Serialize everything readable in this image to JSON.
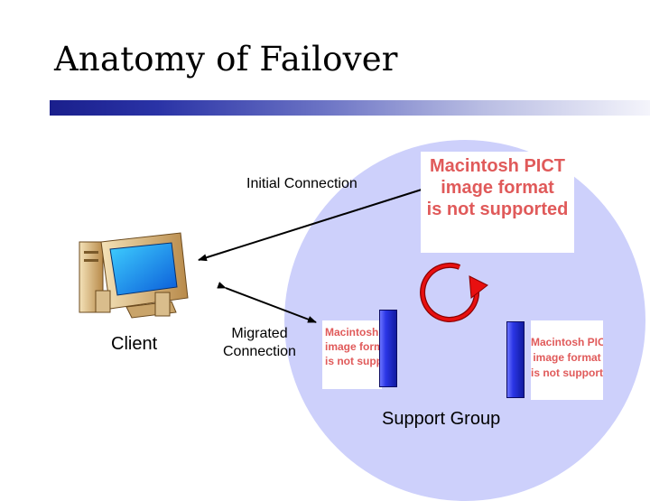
{
  "slide": {
    "title": "Anatomy of Failover"
  },
  "labels": {
    "initial_connection": "Initial Connection",
    "client": "Client",
    "migrated_line1": "Migrated",
    "migrated_line2": "Connection",
    "support_group": "Support Group"
  },
  "placeholders": {
    "top": [
      "Macintosh PICT",
      "image format",
      "is not supported"
    ],
    "middle": [
      "Macintosh PI",
      "image forma",
      "is not suppor"
    ],
    "right": [
      "Macintosh PICT",
      "image format",
      "is not supported"
    ]
  },
  "colors": {
    "circle": "#cdd0fb",
    "cycle_arrow": "#e81010",
    "server": "#2b36e6",
    "placeholder_text": "#e05a5a",
    "title_bar_start": "#1a1f8c"
  }
}
